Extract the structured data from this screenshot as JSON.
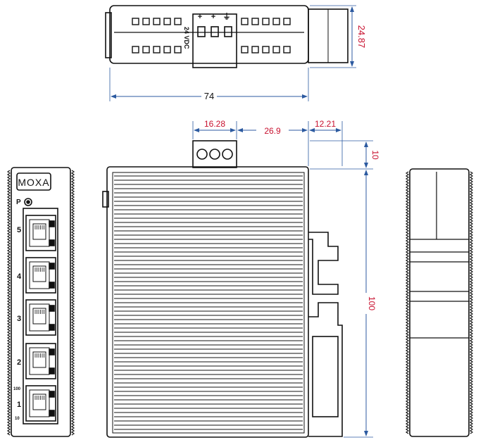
{
  "colors": {
    "line": "#111111",
    "dimension": "#c8102e",
    "dim_line": "#2c5aa0",
    "background": "#ffffff"
  },
  "dimensions": {
    "top_height": "24.87",
    "top_width": "74",
    "terminal_offset": "16.28",
    "mid_span": "26.9",
    "rail_depth": "12.21",
    "terminal_height": "10",
    "body_height": "100"
  },
  "front_panel": {
    "brand": "MOXA",
    "power_label": "P",
    "speed_labels": [
      "100",
      "10"
    ],
    "ports": [
      "1",
      "2",
      "3",
      "4",
      "5"
    ]
  },
  "top_view": {
    "power_label": "24 VDC",
    "terminal_symbols": [
      "+",
      "+",
      "⏚"
    ]
  }
}
